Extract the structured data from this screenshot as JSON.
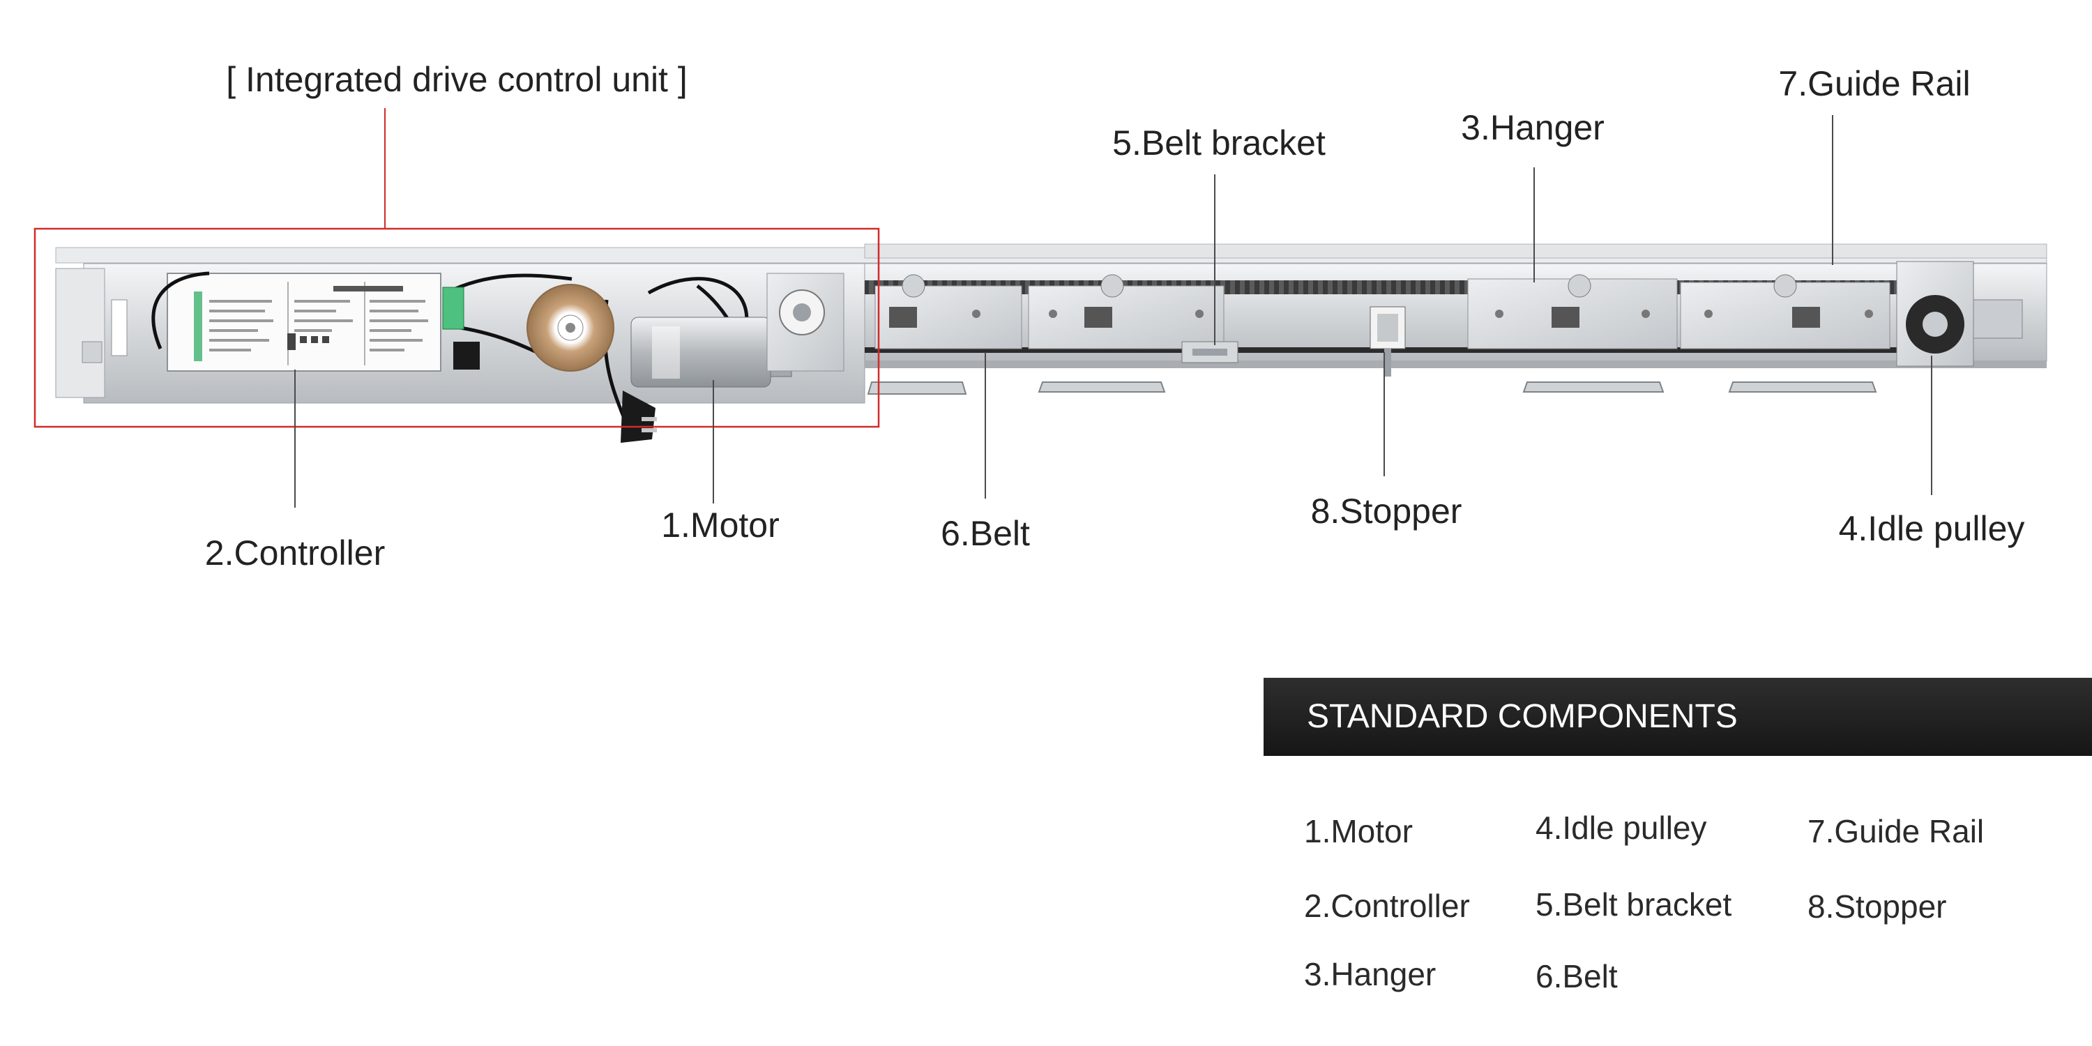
{
  "callouts": {
    "unit": "[ Integrated drive control unit ]",
    "motor": "1.Motor",
    "controller": "2.Controller",
    "hanger": "3.Hanger",
    "idle_pulley": "4.Idle pulley",
    "belt_bracket": "5.Belt bracket",
    "belt": "6.Belt",
    "guide_rail": "7.Guide Rail",
    "stopper": "8.Stopper"
  },
  "components": {
    "title": "STANDARD COMPONENTS",
    "items": [
      "1.Motor",
      "2.Controller",
      "3.Hanger",
      "4.Idle pulley",
      "5.Belt bracket",
      "6.Belt",
      "7.Guide Rail",
      "8.Stopper"
    ]
  },
  "colors": {
    "highlight": "#d32b2b",
    "header_bg": "#1f1f1f",
    "rail": "#c9ccd0"
  }
}
